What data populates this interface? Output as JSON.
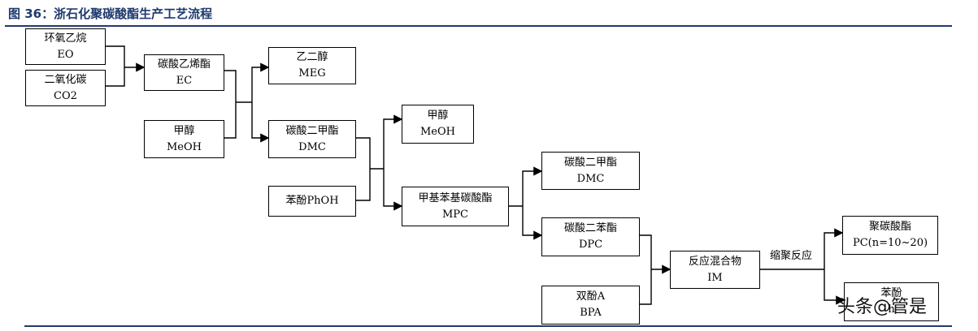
{
  "figure": {
    "title": "图 36：浙石化聚碳酸酯生产工艺流程"
  },
  "nodes": {
    "eo": {
      "name": "环氧乙烷",
      "code": "EO"
    },
    "co2": {
      "name": "二氧化碳",
      "code": "CO2"
    },
    "ec": {
      "name": "碳酸乙烯酯",
      "code": "EC"
    },
    "meoh1": {
      "name": "甲醇",
      "code": "MeOH"
    },
    "meg": {
      "name": "乙二醇",
      "code": "MEG"
    },
    "dmc1": {
      "name": "碳酸二甲酯",
      "code": "DMC"
    },
    "phoh": {
      "name": "苯酚PhOH",
      "code": ""
    },
    "meoh2": {
      "name": "甲醇",
      "code": "MeOH"
    },
    "mpc": {
      "name": "甲基苯基碳酸酯",
      "code": "MPC"
    },
    "dmc2": {
      "name": "碳酸二甲酯",
      "code": "DMC"
    },
    "dpc": {
      "name": "碳酸二苯酯",
      "code": "DPC"
    },
    "bpa": {
      "name": "双酚A",
      "code": "BPA"
    },
    "im": {
      "name": "反应混合物",
      "code": "IM"
    },
    "pc": {
      "name": "聚碳酸酯",
      "code": "PC(n=10~20)"
    },
    "phenol": {
      "name": "苯酚",
      "code": "h"
    }
  },
  "edge_labels": {
    "polycondensation": "缩聚反应"
  },
  "watermark": "头条@管是"
}
